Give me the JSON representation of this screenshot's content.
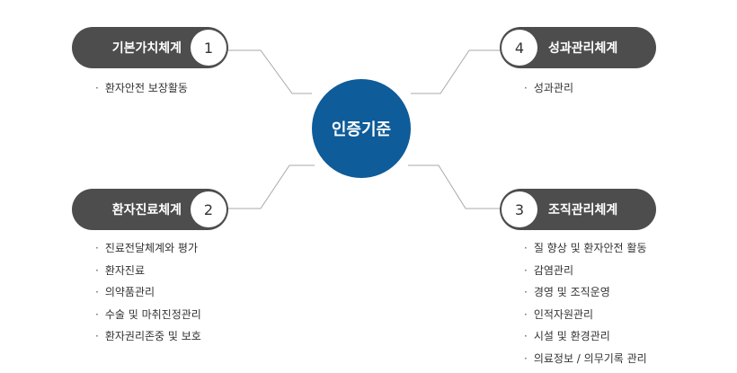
{
  "colors": {
    "center": "#0e5c99",
    "pill": "#4d4d4d",
    "connector": "#a9a9a9"
  },
  "center_label": "인증기준",
  "branches": [
    {
      "number": "1",
      "title": "기본가치체계",
      "items": [
        "환자안전 보장활동"
      ]
    },
    {
      "number": "2",
      "title": "환자진료체계",
      "items": [
        "진료전달체계와 평가",
        "환자진료",
        "의약품관리",
        "수술 및 마취진정관리",
        "환자권리존중 및 보호"
      ]
    },
    {
      "number": "3",
      "title": "조직관리체계",
      "items": [
        "질 향상 및 환자안전 활동",
        "감염관리",
        "경영 및 조직운영",
        "인적자원관리",
        "시설 및 환경관리",
        "의료정보 / 의무기록 관리"
      ]
    },
    {
      "number": "4",
      "title": "성과관리체계",
      "items": [
        "성과관리"
      ]
    }
  ],
  "bullet": "·"
}
